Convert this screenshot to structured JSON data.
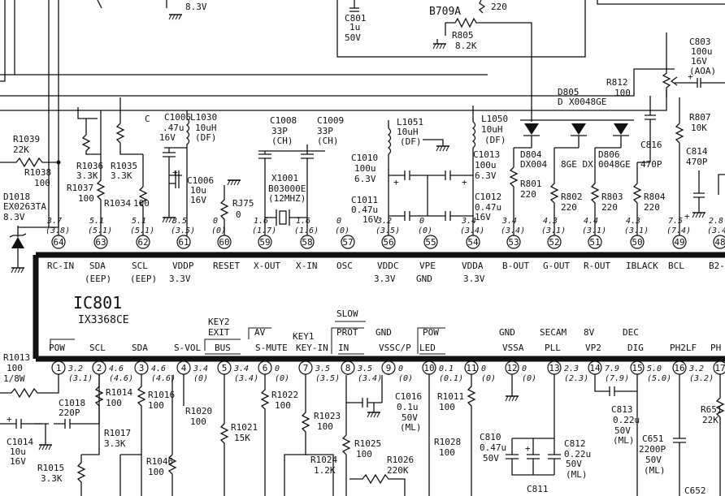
{
  "ic": {
    "name": "IC801",
    "part": "IX3368CE"
  },
  "top_pins": [
    {
      "num": "64",
      "label": "RC-IN",
      "v1": "3.7",
      "v2": "(3.8)"
    },
    {
      "num": "63",
      "label": "SDA",
      "v1": "5.1",
      "v2": "(5.1)"
    },
    {
      "num": "62",
      "label": "SCL",
      "v1": "5.1",
      "v2": "(5.1)"
    },
    {
      "num": "61",
      "label": "VDDP",
      "v1": "3.5",
      "v2": "(3.5)"
    },
    {
      "num": "60",
      "label": "RESET",
      "v1": "0",
      "v2": "(0)"
    },
    {
      "num": "59",
      "label": "X-OUT",
      "v1": "1.6",
      "v2": "(1.7)"
    },
    {
      "num": "58",
      "label": "X-IN",
      "v1": "1.6",
      "v2": "(1.6)"
    },
    {
      "num": "57",
      "label": "OSC",
      "v1": "0",
      "v2": "(0)"
    },
    {
      "num": "56",
      "label": "VDDC",
      "v1": "3.2",
      "v2": "(3.5)"
    },
    {
      "num": "55",
      "label": "VPE",
      "v1": "0",
      "v2": "(0)"
    },
    {
      "num": "54",
      "label": "VDDA",
      "v1": "3.4",
      "v2": "(3.4)"
    },
    {
      "num": "53",
      "label": "B-OUT",
      "v1": "3.4",
      "v2": "(3.4)"
    },
    {
      "num": "52",
      "label": "G-OUT",
      "v1": "4.3",
      "v2": "(3.1)"
    },
    {
      "num": "51",
      "label": "R-OUT",
      "v1": "4.4",
      "v2": "(3.1)"
    },
    {
      "num": "50",
      "label": "IBLACK",
      "v1": "4.3",
      "v2": "(3.1)"
    },
    {
      "num": "49",
      "label": "BCL",
      "v1": "7.5",
      "v2": "(7.4)"
    },
    {
      "num": "48",
      "label": "B2-I",
      "v1": "2.8",
      "v2": "(3.4)"
    }
  ],
  "top_sub": [
    {
      "text": "(EEP)"
    },
    {
      "text": "(EEP)"
    },
    {
      "text": "3.3V"
    },
    {
      "text": "3.3V"
    },
    {
      "text": "GND"
    },
    {
      "text": "3.3V"
    }
  ],
  "bottom_pins": [
    {
      "num": "1",
      "label": "POW",
      "v1": "3.2",
      "v2": "(3.1)"
    },
    {
      "num": "2",
      "label": "SCL",
      "v1": "4.6",
      "v2": "(4.6)"
    },
    {
      "num": "3",
      "label": "SDA",
      "v1": "4.6",
      "v2": "(4.6)"
    },
    {
      "num": "4",
      "label": "S-VOL",
      "v1": "3.4",
      "v2": "(0)"
    },
    {
      "num": "5",
      "label": "BUS",
      "v1": "3.4",
      "v2": "(3.4)"
    },
    {
      "num": "6",
      "label": "S-MUTE",
      "v1": "0",
      "v2": "(0)"
    },
    {
      "num": "7",
      "label": "KEY-IN",
      "v1": "3.5",
      "v2": "(3.5)"
    },
    {
      "num": "8",
      "label": "IN",
      "v1": "3.5",
      "v2": "(3.4)"
    },
    {
      "num": "9",
      "label": "VSSC/P",
      "v1": "0",
      "v2": "(0)"
    },
    {
      "num": "10",
      "label": "LED",
      "v1": "0.1",
      "v2": "(0.1)"
    },
    {
      "num": "11",
      "label": "",
      "v1": "0",
      "v2": "(0)"
    },
    {
      "num": "12",
      "label": "VSSA",
      "v1": "0",
      "v2": "(0)"
    },
    {
      "num": "13",
      "label": "PLL",
      "v1": "2.3",
      "v2": "(2.3)"
    },
    {
      "num": "14",
      "label": "VP2",
      "v1": "7.9",
      "v2": "(7.9)"
    },
    {
      "num": "15",
      "label": "DIG",
      "v1": "5.0",
      "v2": "(5.0)"
    },
    {
      "num": "16",
      "label": "PH2LF",
      "v1": "3.2",
      "v2": "(3.2)"
    },
    {
      "num": "17",
      "label": "PH",
      "v1": "",
      "v2": ""
    }
  ],
  "bottom_upper": {
    "key2": "KEY2",
    "exit": "EXIT",
    "av": "AV",
    "key1": "KEY1",
    "slow": "SLOW",
    "prot": "PROT",
    "gnd": "GND",
    "pow": "POW",
    "gnd2": "GND",
    "secam": "SECAM",
    "v8": "8V",
    "dec": "DEC"
  },
  "components": {
    "c801": {
      "ref": "C801",
      "v": "1u",
      "rating": "50V"
    },
    "b709a": "B709A",
    "r805": {
      "ref": "R805",
      "v": "8.2K"
    },
    "v220top": "220",
    "v83top": "8.3V",
    "c803": {
      "ref": "C803",
      "v": "100u",
      "rating": "16V",
      "note": "(AOA)"
    },
    "d805": {
      "ref": "D805",
      "part": "X0048GE"
    },
    "r812": {
      "ref": "R812",
      "v": "100"
    },
    "r807": {
      "ref": "R807",
      "v": "10K"
    },
    "c814": {
      "ref": "C814",
      "v": "470P"
    },
    "c816": {
      "ref": "C816",
      "v": "470P"
    },
    "d804": {
      "ref": "D804",
      "part": "DX004"
    },
    "d_mid": {
      "part": "8GE DX"
    },
    "d806": {
      "ref": "D806",
      "part": "0048GE"
    },
    "r801": {
      "ref": "R801",
      "v": "220"
    },
    "r802": {
      "ref": "R802",
      "v": "220"
    },
    "r803": {
      "ref": "R803",
      "v": "220"
    },
    "r804": {
      "ref": "R804",
      "v": "220"
    },
    "l1050": {
      "ref": "L1050",
      "v": "10uH",
      "note": "(DF)"
    },
    "l1051": {
      "ref": "L1051",
      "v": "10uH",
      "note": "(DF)"
    },
    "c1013": {
      "ref": "C1013",
      "v": "100u",
      "rating": "6.3V"
    },
    "c1012": {
      "ref": "C1012",
      "v": "0.47u",
      "rating": "16V"
    },
    "c1010": {
      "ref": "C1010",
      "v": "100u",
      "rating": "6.3V"
    },
    "c1011": {
      "ref": "C1011",
      "v": "0.47u",
      "rating": "16V"
    },
    "c1008": {
      "ref": "C1008",
      "v": "33P",
      "note": "(CH)"
    },
    "c1009": {
      "ref": "C1009",
      "v": "33P",
      "note": "(CH)"
    },
    "x1001": {
      "ref": "X1001",
      "part": "B03000E",
      "freq": "(12MHZ)"
    },
    "rj75": {
      "ref": "RJ75",
      "v": "0"
    },
    "c1005": {
      "ref": "C1005",
      "v": ".47u",
      "rating": "16V"
    },
    "c_short": "C",
    "l1030": {
      "ref": "L1030",
      "v": "10uH",
      "note": "(DF)"
    },
    "c1006": {
      "ref": "C1006",
      "v": "10u",
      "rating": "16V"
    },
    "r1039": {
      "ref": "R1039",
      "v": "22K"
    },
    "r1038": {
      "ref": "R1038",
      "v": "100"
    },
    "r1036": {
      "ref": "R1036",
      "v": "3.3K"
    },
    "r1035": {
      "ref": "R1035",
      "v": "3.3K"
    },
    "r1037": {
      "ref": "R1037",
      "v": "100"
    },
    "r1034": {
      "ref": "R1034",
      "v": "100"
    },
    "d1018": {
      "ref": "D1018",
      "part": "EX0263TA",
      "v": "8.3V"
    },
    "r1013": {
      "ref": "R1013",
      "v": "100",
      "rating": "1/8W"
    },
    "c1018": {
      "ref": "C1018",
      "v": "220P"
    },
    "c1014": {
      "ref": "C1014",
      "v": "10u",
      "rating": "16V"
    },
    "r1014": {
      "ref": "R1014",
      "v": "100"
    },
    "r1016": {
      "ref": "R1016",
      "v": "100"
    },
    "r1017": {
      "ref": "R1017",
      "v": "3.3K"
    },
    "r1015": {
      "ref": "R1015",
      "v": "3.3K"
    },
    "r1046": {
      "ref": "R1046",
      "v": "100"
    },
    "r1020": {
      "ref": "R1020",
      "v": "100"
    },
    "r1021": {
      "ref": "R1021",
      "v": "15K"
    },
    "r1022": {
      "ref": "R1022",
      "v": "100"
    },
    "r1023": {
      "ref": "R1023",
      "v": "100"
    },
    "r1024": {
      "ref": "R1024",
      "v": "1.2K"
    },
    "r1025": {
      "ref": "R1025",
      "v": "100"
    },
    "r1026": {
      "ref": "R1026",
      "v": "220K"
    },
    "c1016": {
      "ref": "C1016",
      "v": "0.1u",
      "rating": "50V",
      "note": "(ML)"
    },
    "r1011": {
      "ref": "R1011",
      "v": "100"
    },
    "r1028": {
      "ref": "R1028",
      "v": "100"
    },
    "c810": {
      "ref": "C810",
      "v": "0.47u",
      "rating": "50V"
    },
    "c811": {
      "ref": "C811"
    },
    "c812": {
      "ref": "C812",
      "v": "0.22u",
      "rating": "50V",
      "note": "(ML)"
    },
    "c813": {
      "ref": "C813",
      "v": "0.22u",
      "rating": "50V",
      "note": "(ML)"
    },
    "c651": {
      "ref": "C651",
      "v": "2200P",
      "rating": "50V",
      "note": "(ML)"
    },
    "c652": {
      "ref": "C652"
    },
    "r651": {
      "ref": "R651",
      "v": "22K"
    }
  }
}
